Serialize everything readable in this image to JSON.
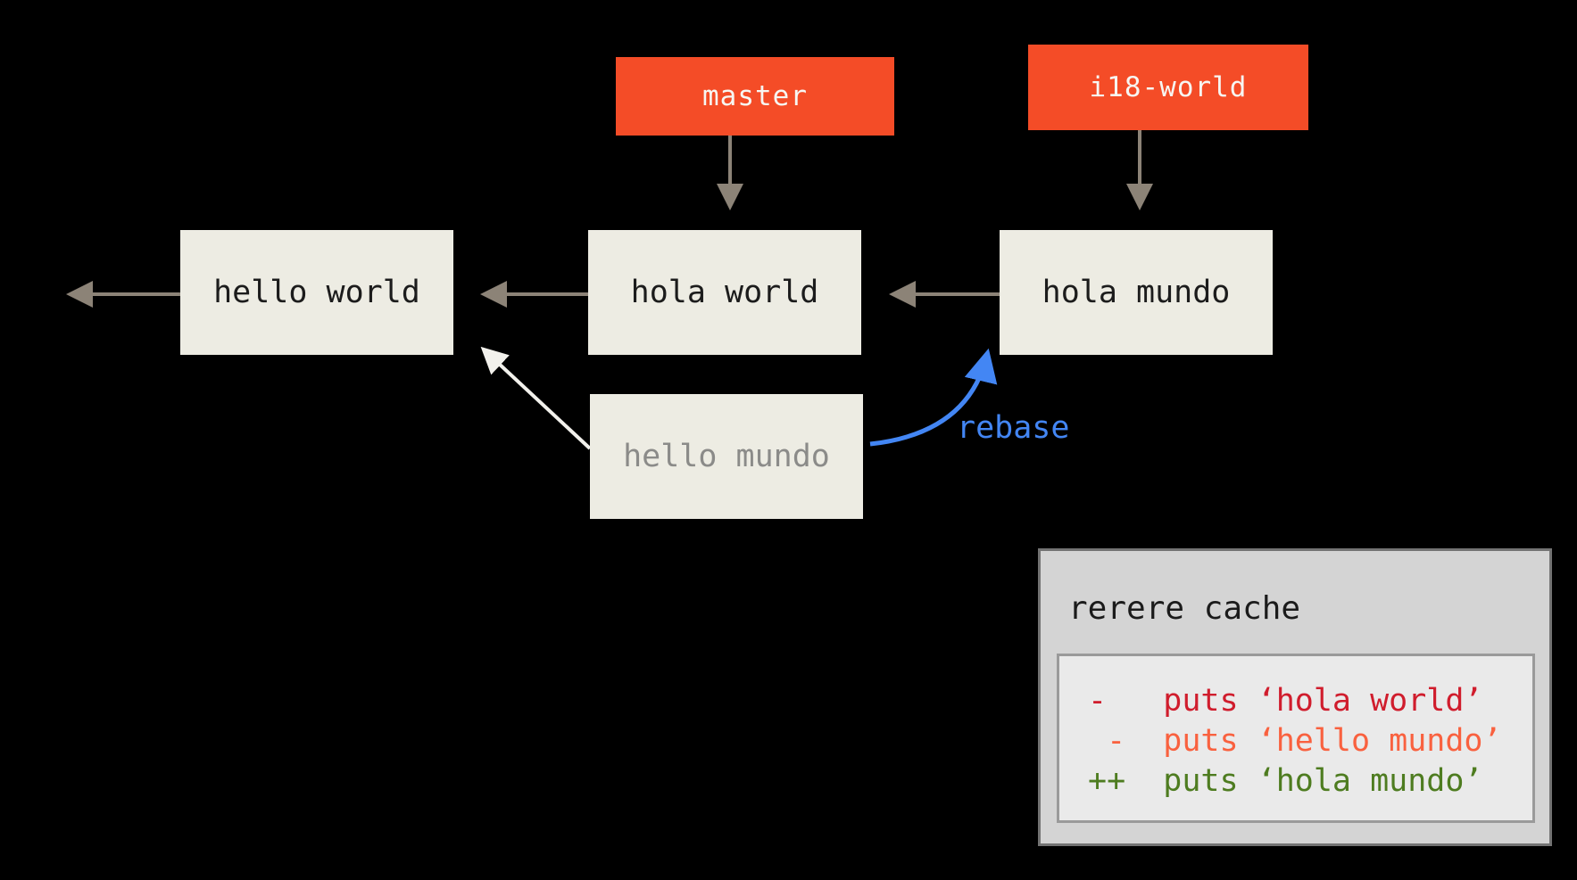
{
  "diagram": {
    "background": "#000000",
    "branch_color": "#F44C27",
    "commit_box_color": "#EDECE3",
    "arrow_color": "#8C8377",
    "white_arrow_color": "#F2F1EC",
    "rebase_color": "#4386F4"
  },
  "branch_labels": {
    "master": {
      "label": "master"
    },
    "i18": {
      "label": "i18-world"
    }
  },
  "commits": {
    "hello_world": {
      "label": "hello world"
    },
    "hola_world": {
      "label": "hola world"
    },
    "hola_mundo": {
      "label": "hola mundo"
    },
    "hello_mundo": {
      "label": "hello mundo",
      "abandoned": true,
      "text_color": "#8B8B89"
    }
  },
  "rebase_label": {
    "text": "rebase",
    "color": "#4386F4"
  },
  "rerere_panel": {
    "title": "rerere cache",
    "panel_color": "#D4D4D4",
    "inner_color": "#EAEAEA",
    "lines": [
      {
        "text": "-   puts ‘hola world’",
        "color": "#D01D2D"
      },
      {
        "text": " -  puts ‘hello mundo’",
        "color": "#F9613F"
      },
      {
        "text": "++  puts ‘hola mundo’",
        "color": "#4E7C20"
      }
    ]
  }
}
